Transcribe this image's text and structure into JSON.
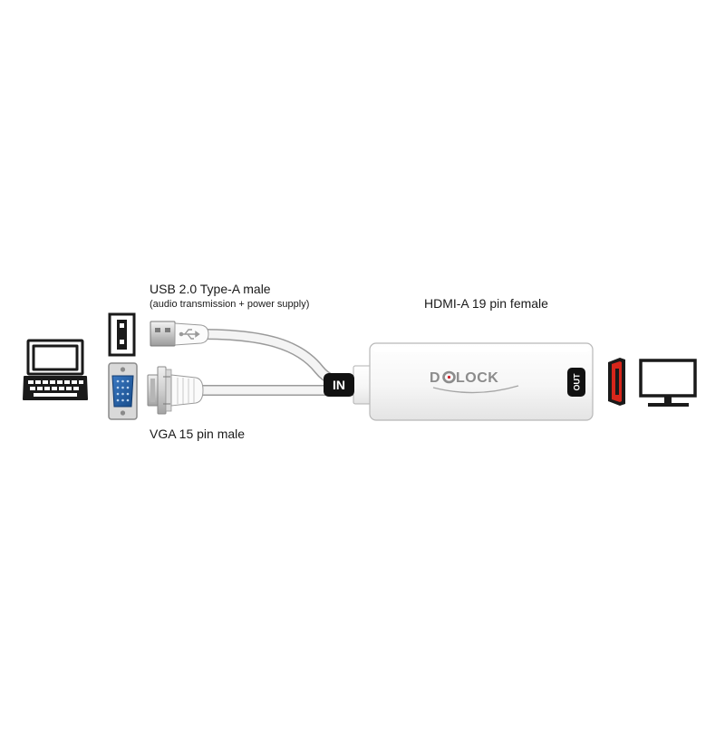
{
  "labels": {
    "usb_title": "USB 2.0 Type-A male",
    "usb_subtitle": "(audio transmission + power supply)",
    "hdmi_title": "HDMI-A 19 pin female",
    "vga_title": "VGA 15 pin male"
  },
  "badges": {
    "in": "IN",
    "out": "OUT"
  },
  "brand": {
    "logo_text": "DELOCK"
  },
  "icons": {
    "laptop": "laptop-icon",
    "monitor": "monitor-icon",
    "usb_port": "usb-port-icon",
    "vga_port": "vga-port-icon",
    "hdmi_port": "hdmi-port-icon",
    "usb_symbol": "usb-symbol-icon"
  },
  "colors": {
    "outline": "#1a1a1a",
    "vga_blue": "#1f5aa0",
    "badge_bg": "#111111",
    "badge_text": "#ffffff",
    "cable": "#f2f2f2",
    "cable_edge": "#9a9a9a",
    "logo_gray": "#8c8c8c",
    "logo_red": "#d0202a"
  }
}
